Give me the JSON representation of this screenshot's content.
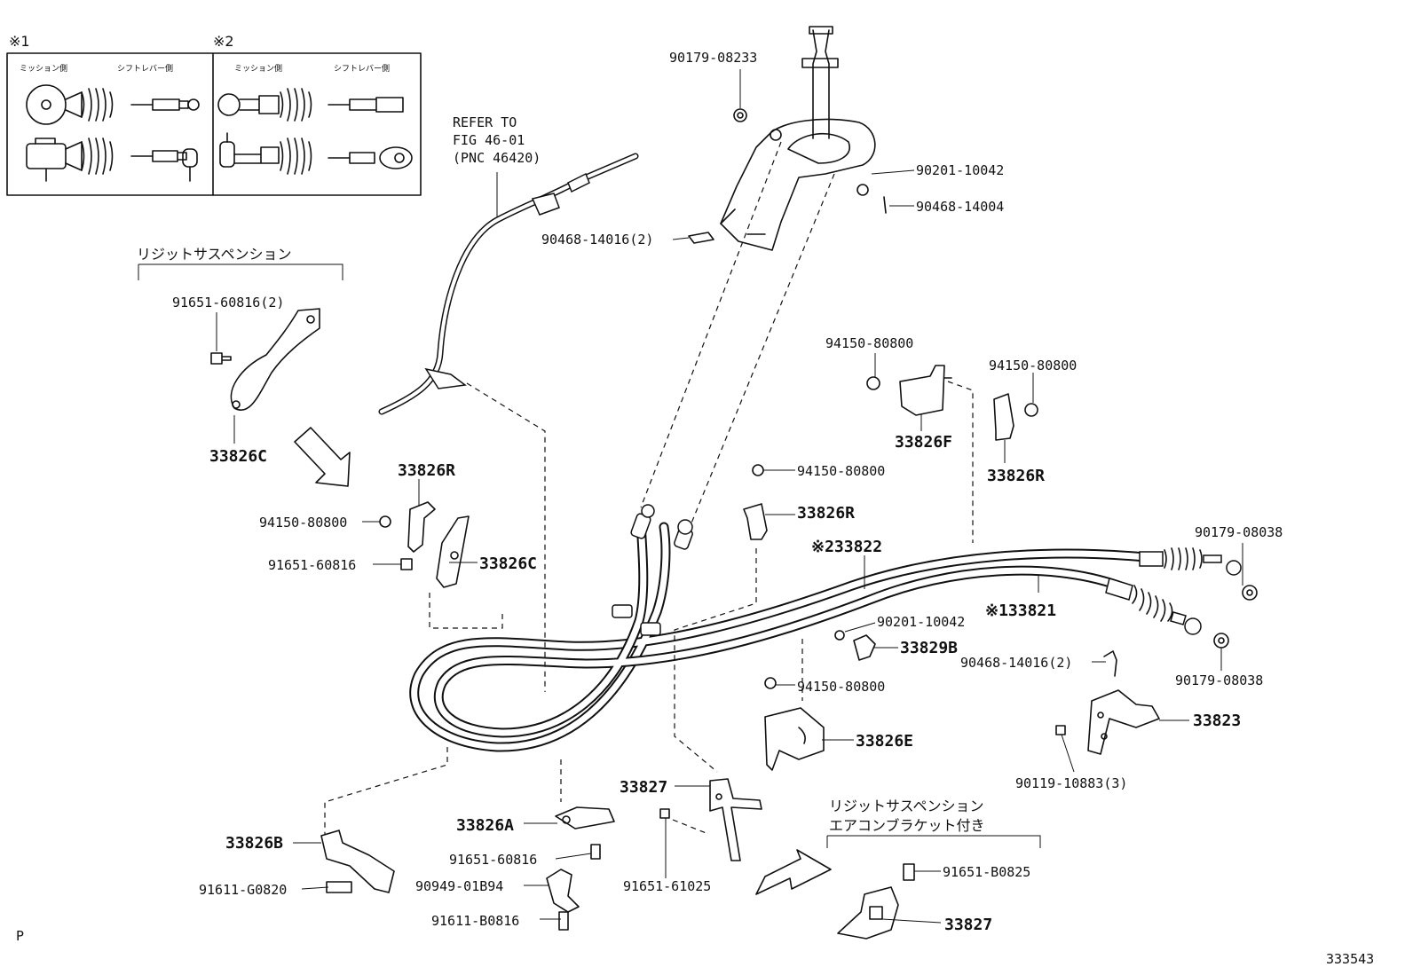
{
  "inset": {
    "group1_mark": "※1",
    "group2_mark": "※2",
    "col_mission": "ミッション側",
    "col_shift": "シフトレバー側"
  },
  "refer": [
    "REFER TO",
    "FIG 46-01",
    "(PNC 46420)"
  ],
  "headers": {
    "rigid_top": "リジットサスペンション",
    "rigid_bottom_1": "リジットサスペンション",
    "rigid_bottom_2": "エアコンブラケット付き"
  },
  "labels": {
    "p_90179_08233": "90179-08233",
    "p_90201_10042_top": "90201-10042",
    "p_90468_14004": "90468-14004",
    "p_90468_14016_top": "90468-14016(2)",
    "p_91651_60816_2": "91651-60816(2)",
    "p_33826C_top": "33826C",
    "p_33826R_left": "33826R",
    "p_94150_80800_left": "94150-80800",
    "p_91651_60816_mid": "91651-60816",
    "p_33826C_mid": "33826C",
    "p_94150_80800_tr1": "94150-80800",
    "p_94150_80800_tr2": "94150-80800",
    "p_33826F": "33826F",
    "p_33826R_right": "33826R",
    "p_94150_80800_mid": "94150-80800",
    "p_33826R_mid": "33826R",
    "p_33822": "※233822",
    "p_90179_08038_a": "90179-08038",
    "p_33821": "※133821",
    "p_90201_10042_mid": "90201-10042",
    "p_33829B": "33829B",
    "p_90468_14016_right": "90468-14016(2)",
    "p_90179_08038_b": "90179-08038",
    "p_94150_80800_low": "94150-80800",
    "p_33823": "33823",
    "p_33826E": "33826E",
    "p_90119_10883": "90119-10883(3)",
    "p_33827_mid": "33827",
    "p_33826A": "33826A",
    "p_91651_60816_low": "91651-60816",
    "p_90949_01B94": "90949-01B94",
    "p_91611_B0816": "91611-B0816",
    "p_91651_61025": "91651-61025",
    "p_33826B": "33826B",
    "p_91611_G0820": "91611-G0820",
    "p_91651_B0825": "91651-B0825",
    "p_33827_low": "33827"
  },
  "footer": {
    "page_mark": "P",
    "figure_id": "333543"
  }
}
